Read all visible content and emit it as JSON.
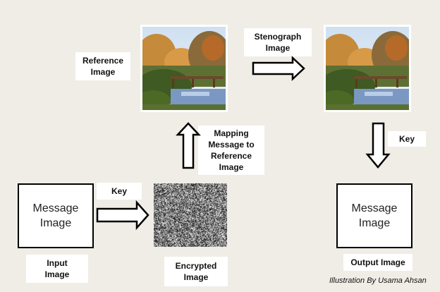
{
  "labels": {
    "reference_image": "Reference\nImage",
    "stenograph_image": "Stenograph\nImage",
    "key_top": "Key",
    "key_right": "Key",
    "mapping": "Mapping\nMessage to\nReference\nImage",
    "input_image": "Input\nImage",
    "encrypted_image": "Encrypted\nImage",
    "output_image": "Output Image"
  },
  "boxes": {
    "message_input": "Message\nImage",
    "message_output": "Message\nImage"
  },
  "credit": "Illustration By Usama Ahsan",
  "colors": {
    "background": "#efede6",
    "arrow_stroke": "#000000",
    "arrow_fill": "#ffffff"
  },
  "icons": {
    "reference_photo": "autumn-lake-bridge-photo",
    "stenograph_photo": "autumn-lake-bridge-photo",
    "encrypted_noise": "random-noise-image"
  }
}
